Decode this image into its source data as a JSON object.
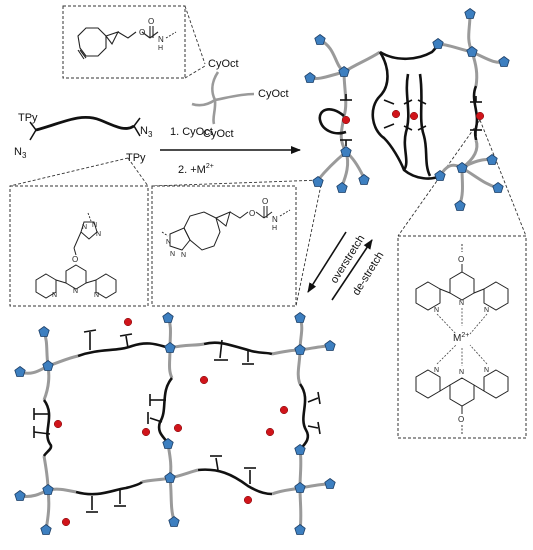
{
  "labels": {
    "tpy_top": "TPy",
    "tpy_bottom": "TPy",
    "n3_left": "N",
    "n3_left_sub": "3",
    "n3_right": "N",
    "n3_right_sub": "3",
    "cyoct_top": "CyOct",
    "cyoct_right": "CyOct",
    "cyoct_bottom": "CyOct",
    "step1": "1. CyOct",
    "step2": "2. +M",
    "step2_sup": "2+",
    "overstretch": "overstretch",
    "destretch": "de-stretch",
    "metal_center": "M",
    "metal_center_sup": "2+"
  },
  "chem": {
    "atom_o": "O",
    "atom_n": "N",
    "atom_h": "H"
  },
  "colors": {
    "network_gray": "#9a9a9a",
    "chain_black": "#111111",
    "pentagon_fill": "#3d7fc0",
    "pentagon_stroke": "#1d3f66",
    "metal_dot": "#d0141a",
    "box_dash": "#333333"
  }
}
